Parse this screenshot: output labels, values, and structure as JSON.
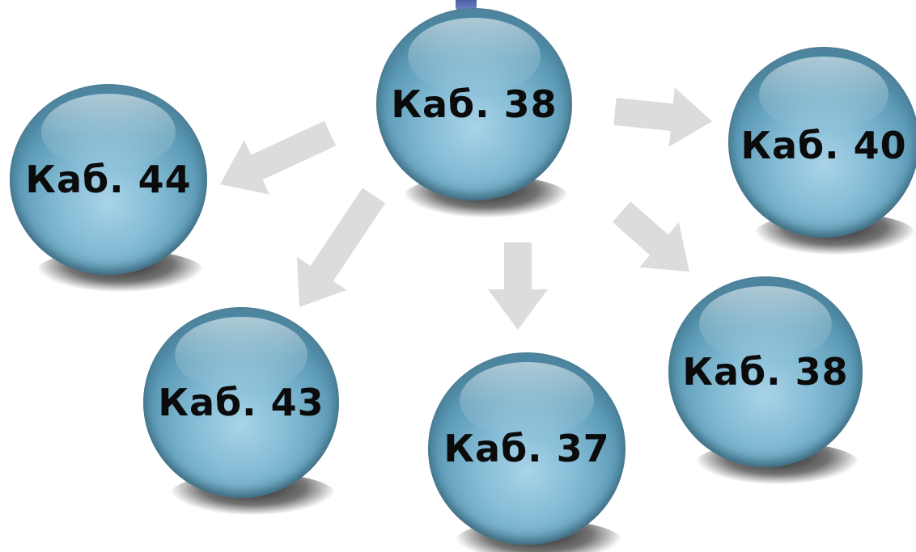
{
  "colors": {
    "sphere": "#5f9db9",
    "sphere_dark": "#1e4f66",
    "arrow": "#d8d8d8",
    "label": "#0b0b0b"
  },
  "center": {
    "label": "Каб. 38"
  },
  "nodes": [
    {
      "id": "kab-44",
      "label": "Каб. 44"
    },
    {
      "id": "kab-40",
      "label": "Каб. 40"
    },
    {
      "id": "kab-43",
      "label": "Каб. 43"
    },
    {
      "id": "kab-37",
      "label": "Каб. 37"
    },
    {
      "id": "kab-38b",
      "label": "Каб. 38"
    }
  ],
  "edges": [
    {
      "from": "center",
      "to": "kab-44"
    },
    {
      "from": "center",
      "to": "kab-40"
    },
    {
      "from": "center",
      "to": "kab-43"
    },
    {
      "from": "center",
      "to": "kab-37"
    },
    {
      "from": "center",
      "to": "kab-38b"
    }
  ]
}
